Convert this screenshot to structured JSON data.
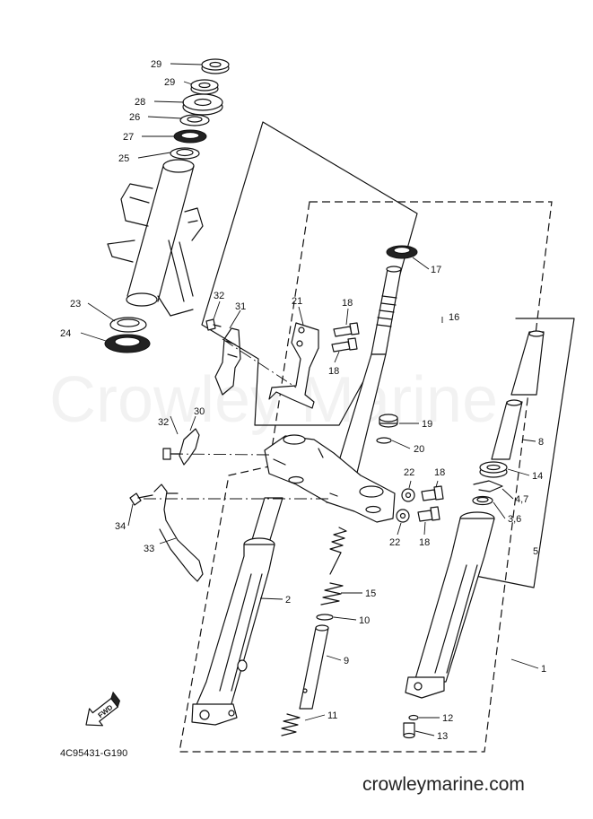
{
  "diagram_code": "4C95431-G190",
  "watermark": "Crowley Marine",
  "site": "crowleymarine.com",
  "fwd_label": "FWD",
  "callouts": [
    {
      "id": "c29a",
      "text": "29"
    },
    {
      "id": "c29b",
      "text": "29"
    },
    {
      "id": "c28",
      "text": "28"
    },
    {
      "id": "c26",
      "text": "26"
    },
    {
      "id": "c27",
      "text": "27"
    },
    {
      "id": "c25",
      "text": "25"
    },
    {
      "id": "c23",
      "text": "23"
    },
    {
      "id": "c24",
      "text": "24"
    },
    {
      "id": "c32a",
      "text": "32"
    },
    {
      "id": "c31",
      "text": "31"
    },
    {
      "id": "c21",
      "text": "21"
    },
    {
      "id": "c18a",
      "text": "18"
    },
    {
      "id": "c18b",
      "text": "18"
    },
    {
      "id": "c17",
      "text": "17"
    },
    {
      "id": "c16",
      "text": "16"
    },
    {
      "id": "c32b",
      "text": "32"
    },
    {
      "id": "c30",
      "text": "30"
    },
    {
      "id": "c19",
      "text": "19"
    },
    {
      "id": "c20",
      "text": "20"
    },
    {
      "id": "c22a",
      "text": "22"
    },
    {
      "id": "c18c",
      "text": "18"
    },
    {
      "id": "c22b",
      "text": "22"
    },
    {
      "id": "c18d",
      "text": "18"
    },
    {
      "id": "c8",
      "text": "8"
    },
    {
      "id": "c14",
      "text": "14"
    },
    {
      "id": "c47",
      "text": "4,7"
    },
    {
      "id": "c36",
      "text": "3,6"
    },
    {
      "id": "c5",
      "text": "5"
    },
    {
      "id": "c34",
      "text": "34"
    },
    {
      "id": "c33",
      "text": "33"
    },
    {
      "id": "c2",
      "text": "2"
    },
    {
      "id": "c15",
      "text": "15"
    },
    {
      "id": "c10",
      "text": "10"
    },
    {
      "id": "c9",
      "text": "9"
    },
    {
      "id": "c1",
      "text": "1"
    },
    {
      "id": "c11",
      "text": "11"
    },
    {
      "id": "c12",
      "text": "12"
    },
    {
      "id": "c13",
      "text": "13"
    }
  ]
}
